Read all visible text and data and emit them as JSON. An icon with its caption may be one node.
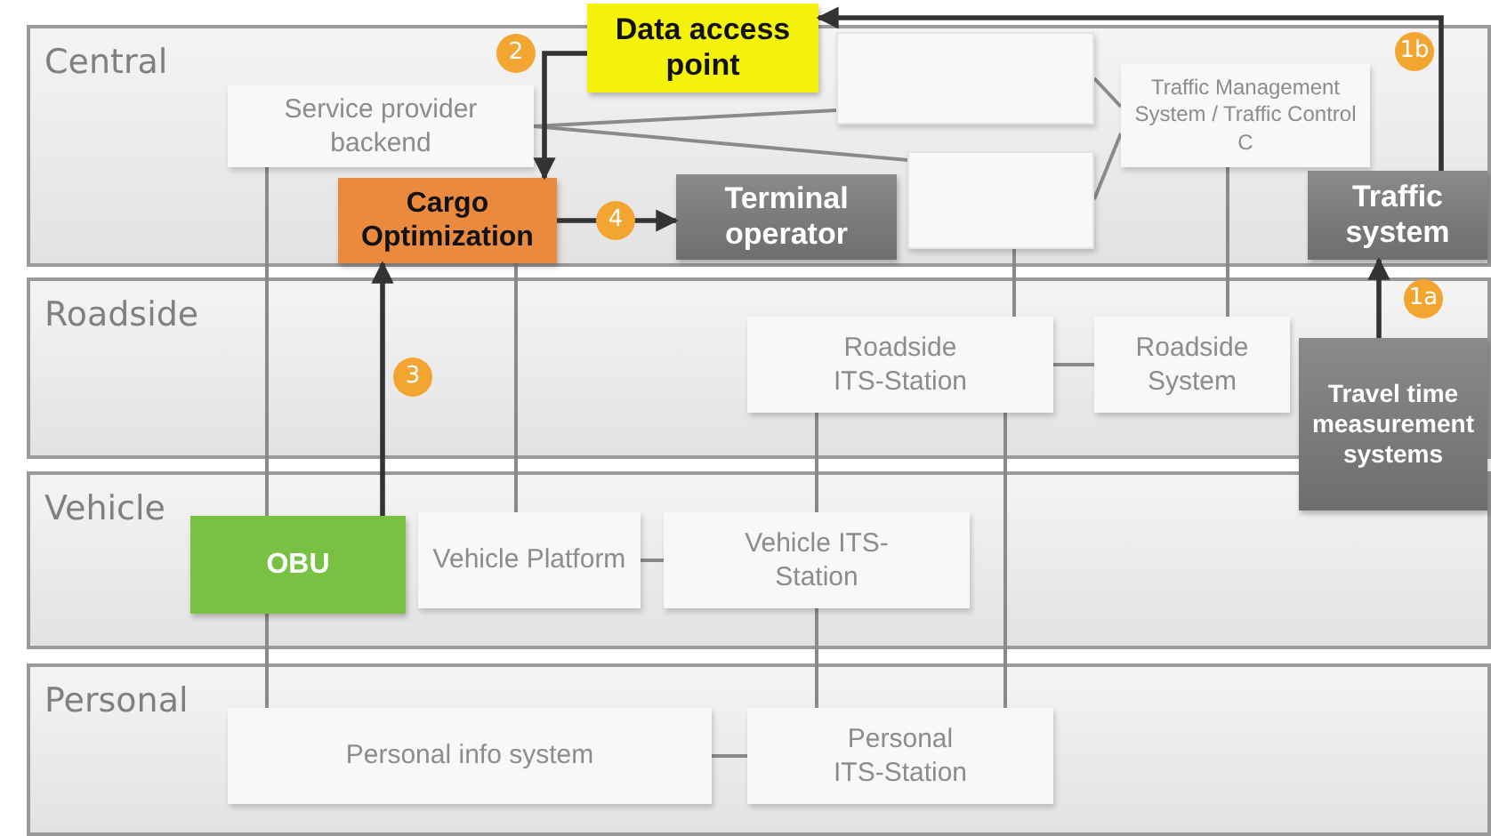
{
  "diagram": {
    "nodes": [
      {
        "text": [
          "Central"
        ]
      },
      {
        "text": [
          "Data access point"
        ]
      },
      {
        "text": [],
        "shape": "box",
        "in": 0
      },
      {
        "text": [
          "Service provider backend"
        ],
        "in": 0
      },
      {
        "text": [
          "Cargo Optimization"
        ],
        "in": 0
      },
      {
        "text": [],
        "shape": "box",
        "in": 0
      },
      {
        "text": [
          "Terminal operator"
        ],
        "in": 0
      },
      {
        "text": [
          "Traffic Management System / Traffic Control C"
        ],
        "in": 0
      },
      {
        "text": [
          "Traffic system"
        ],
        "in": 0
      },
      {
        "text": [
          "Roadside"
        ]
      },
      {
        "text": [
          "Roadside ITS-Station"
        ],
        "in": 9
      },
      {
        "text": [
          "Roadside System"
        ],
        "in": 9
      },
      {
        "text": [
          "Travel time measurement systems"
        ]
      },
      {
        "text": [
          "Vehicle"
        ]
      },
      {
        "text": [
          "OBU"
        ],
        "in": 13
      },
      {
        "text": [
          "Vehicle Platform"
        ],
        "in": 13
      },
      {
        "text": [
          "Vehicle ITS-Station"
        ],
        "in": 13
      },
      {
        "text": [
          "Personal"
        ]
      },
      {
        "text": [
          "Personal info system"
        ],
        "in": 17
      },
      {
        "text": [
          "Personal ITS-Station"
        ],
        "in": 17
      }
    ],
    "edges": [
      {
        "from": 3,
        "to": 2,
        "arrow": "none"
      },
      {
        "from": 3,
        "to": 5,
        "arrow": "none"
      },
      {
        "from": 2,
        "to": 7,
        "arrow": "none"
      },
      {
        "from": 5,
        "to": 7,
        "arrow": "none"
      },
      {
        "from": 3,
        "to": 14,
        "arrow": "none"
      },
      {
        "from": 14,
        "to": 18,
        "arrow": "none"
      },
      {
        "from": 4,
        "to": 15,
        "arrow": "none"
      },
      {
        "from": 5,
        "to": 10,
        "arrow": "none"
      },
      {
        "from": 7,
        "to": 11,
        "arrow": "none"
      },
      {
        "from": 10,
        "to": 11,
        "arrow": "none"
      },
      {
        "from": 10,
        "to": 16,
        "arrow": "none"
      },
      {
        "from": 10,
        "to": 19,
        "arrow": "none"
      },
      {
        "from": 15,
        "to": 16,
        "arrow": "none"
      },
      {
        "from": 16,
        "to": 19,
        "arrow": "none"
      },
      {
        "from": 18,
        "to": 19,
        "arrow": "none"
      },
      {
        "from": 12,
        "to": 8,
        "arrow": "to",
        "label": "1a",
        "color": "#333333"
      },
      {
        "from": 8,
        "to": 1,
        "arrow": "to",
        "label": "1b",
        "color": "#333333"
      },
      {
        "from": 1,
        "to": 4,
        "arrow": "to",
        "label": "2",
        "color": "#333333"
      },
      {
        "from": 14,
        "to": 4,
        "arrow": "to",
        "label": "3",
        "color": "#333333"
      },
      {
        "from": 4,
        "to": 6,
        "arrow": "to",
        "label": "4",
        "color": "#333333"
      }
    ]
  }
}
